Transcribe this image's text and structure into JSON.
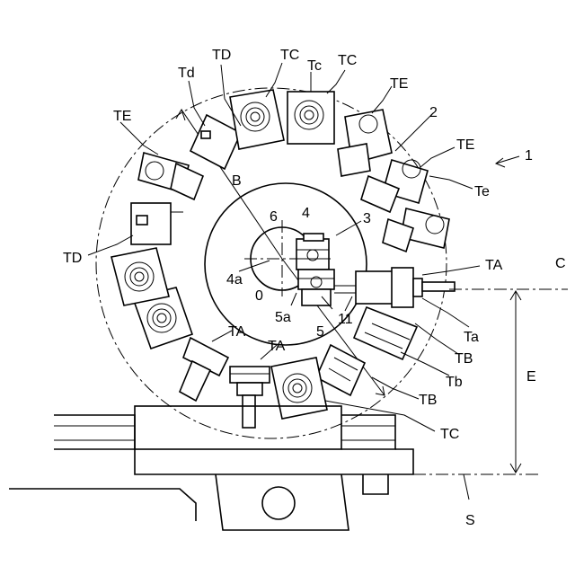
{
  "figure": {
    "labels": {
      "TD_top": "TD",
      "Td": "Td",
      "TC_top1": "TC",
      "Tc": "Tc",
      "TC_top2": "TC",
      "TE_upper": "TE",
      "n2": "2",
      "TE_left": "TE",
      "TE_right": "TE",
      "n1": "1",
      "Te": "Te",
      "B": "B",
      "n6": "6",
      "n4": "4",
      "n3": "3",
      "TD_left": "TD",
      "TA_right": "TA",
      "C": "C",
      "n4a": "4a",
      "n0": "0",
      "n5a": "5a",
      "n11": "11",
      "n5": "5",
      "Ta": "Ta",
      "E": "E",
      "TA_bottom1": "TA",
      "TA_bottom2": "TA",
      "TB_right": "TB",
      "Tb": "Tb",
      "TB_bottom": "TB",
      "TC_bottom": "TC",
      "S": "S"
    }
  }
}
